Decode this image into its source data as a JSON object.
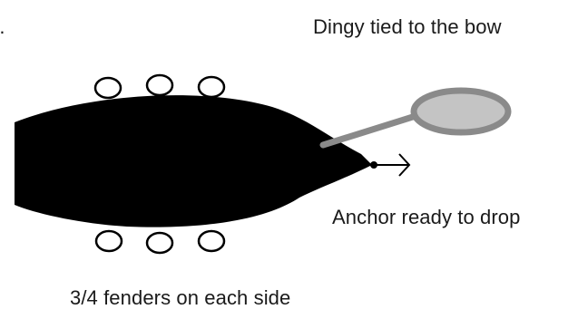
{
  "labels": {
    "cut_fragment": "e.",
    "dingy": "Dingy tied to the bow",
    "anchor": "Anchor ready to drop",
    "fenders": "3/4 fenders on each side"
  },
  "colors": {
    "hull": "#000000",
    "dinghy_fill": "#c4c4c4",
    "dinghy_outline": "#8a8a8a",
    "rope": "#8a8a8a",
    "fender_outline": "#000000",
    "anchor": "#000000",
    "background": "#ffffff"
  },
  "fenders": {
    "per_side_shown": 3
  }
}
